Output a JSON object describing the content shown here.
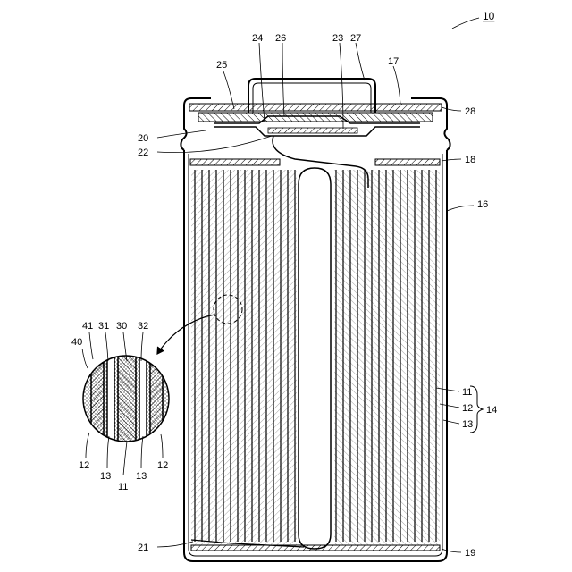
{
  "figure_number": "10",
  "labels": {
    "l10": "10",
    "l17": "17",
    "l25": "25",
    "l24": "24",
    "l26": "26",
    "l23": "23",
    "l27": "27",
    "l28": "28",
    "l20": "20",
    "l22": "22",
    "l18": "18",
    "l16": "16",
    "l11": "11",
    "l12": "12",
    "l13": "13",
    "l14": "14",
    "l19": "19",
    "l21": "21",
    "d41": "41",
    "d31": "31",
    "d30": "30",
    "d32": "32",
    "d40": "40",
    "d12a": "12",
    "d13a": "13",
    "d11": "11",
    "d13b": "13",
    "d12b": "12"
  },
  "colors": {
    "line": "#000000",
    "background": "#ffffff"
  }
}
